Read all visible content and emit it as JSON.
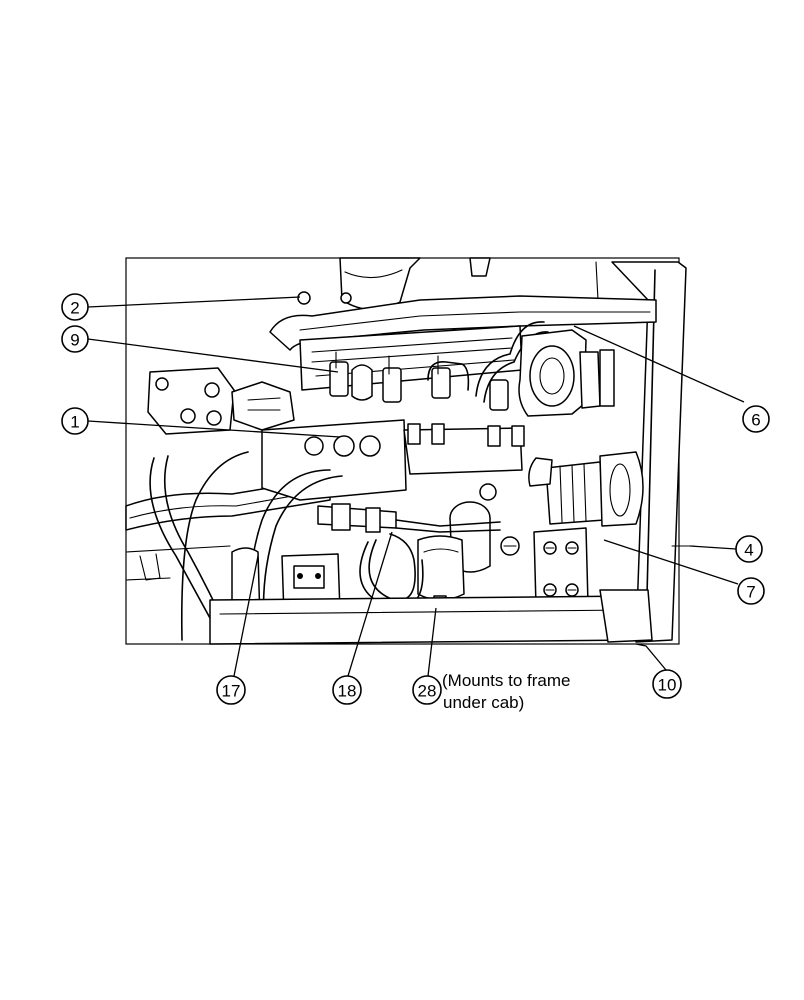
{
  "callouts": [
    {
      "id": "c1",
      "label": "1"
    },
    {
      "id": "c2",
      "label": "2"
    },
    {
      "id": "c4",
      "label": "4"
    },
    {
      "id": "c6",
      "label": "6"
    },
    {
      "id": "c7",
      "label": "7"
    },
    {
      "id": "c9",
      "label": "9"
    },
    {
      "id": "c10",
      "label": "10"
    },
    {
      "id": "c17",
      "label": "17"
    },
    {
      "id": "c18",
      "label": "18"
    },
    {
      "id": "c28",
      "label": "28"
    }
  ],
  "note": {
    "line1": "(Mounts to frame",
    "line2": "under cab)"
  }
}
